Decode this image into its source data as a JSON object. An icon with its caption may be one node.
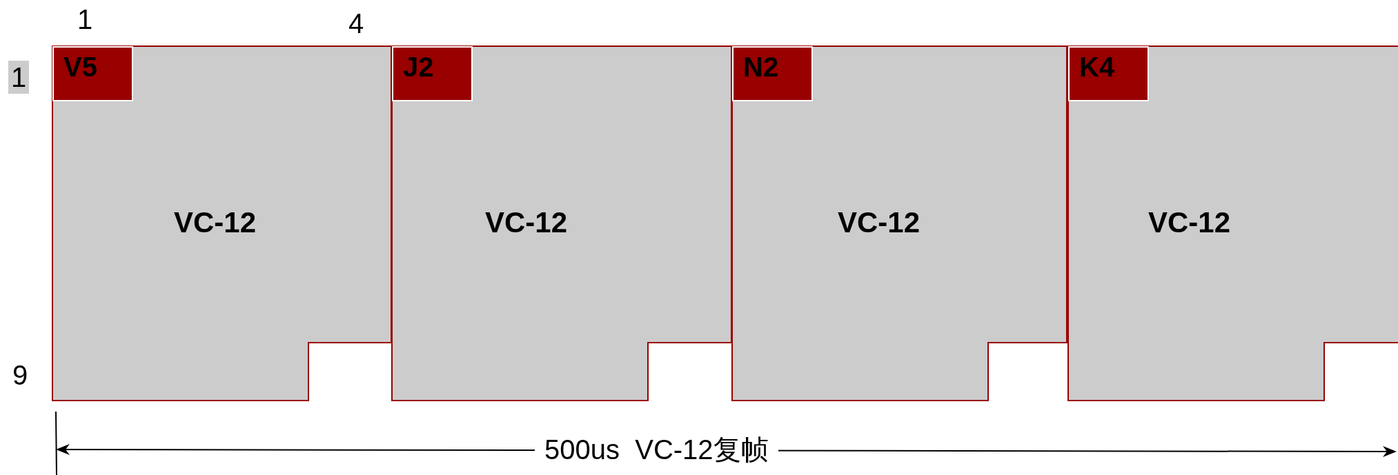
{
  "diagram": {
    "nodes": [
      {
        "text": [
          "VC-12"
        ]
      },
      {
        "text": [
          "V5"
        ],
        "in": 0
      },
      {
        "text": [
          "VC-12"
        ]
      },
      {
        "text": [
          "J2"
        ],
        "in": 2
      },
      {
        "text": [
          "VC-12"
        ]
      },
      {
        "text": [
          "N2"
        ],
        "in": 4
      },
      {
        "text": [
          "VC-12"
        ]
      },
      {
        "text": [
          "K4"
        ],
        "in": 6
      }
    ],
    "edges": [],
    "labels": [
      "1",
      "4",
      "1",
      "9",
      "500us  VC-12复帧"
    ]
  }
}
